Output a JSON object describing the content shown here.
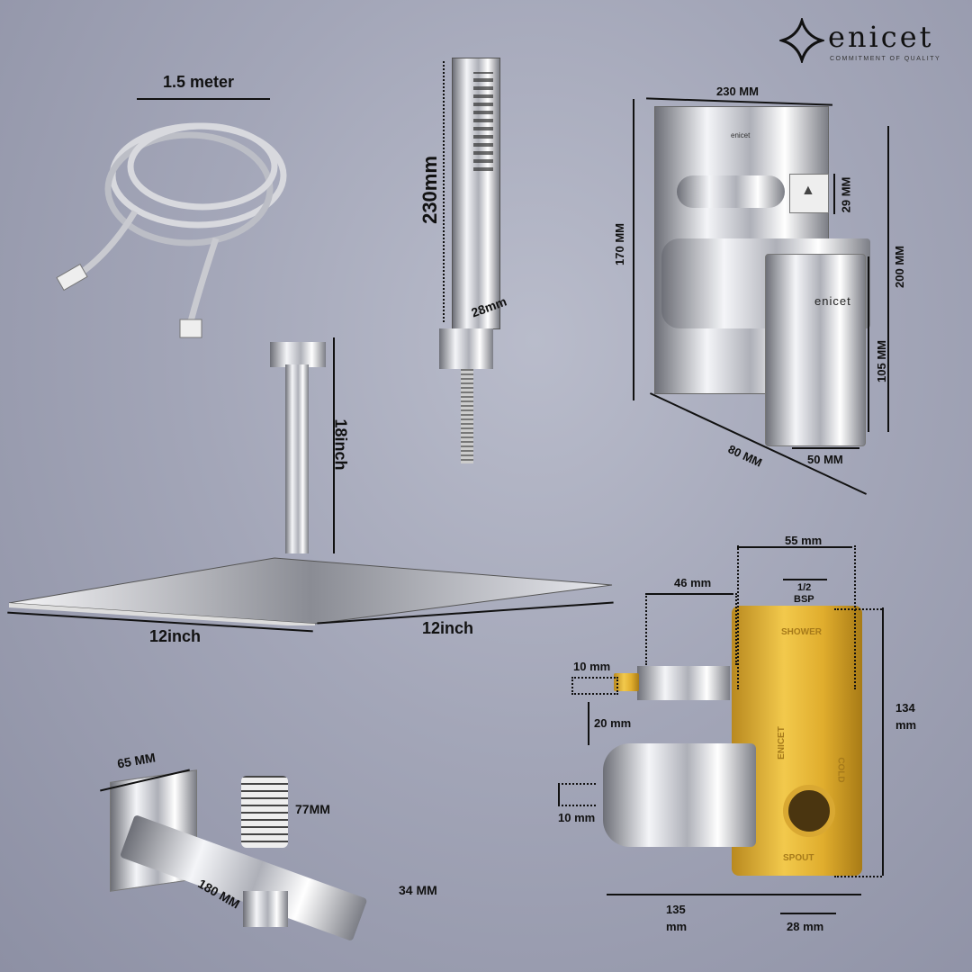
{
  "brand": {
    "name": "enicet",
    "tagline": "COMMITMENT OF QUALITY"
  },
  "hose": {
    "length_label": "1.5 meter"
  },
  "hand_shower": {
    "height_label": "230mm",
    "width_label": "28mm"
  },
  "diverter": {
    "brand_small": "enicet",
    "brand_handle": "enicet",
    "width_label": "230 MM",
    "knob_label": "29 MM",
    "plate_height_label": "170 MM",
    "total_height_label": "200 MM",
    "handle_height_label": "105 MM",
    "depth_label": "80 MM",
    "handle_width_label": "50 MM"
  },
  "overhead_shower": {
    "arm_label": "18inch",
    "width_label": "12inch",
    "depth_label": "12inch"
  },
  "spout": {
    "flange_label": "65 MM",
    "knob_label": "77MM",
    "length_label": "180 MM",
    "height_label": "34 MM"
  },
  "valve_body": {
    "width_label": "55 mm",
    "spindle_label": "46 mm",
    "thread_label_1": "1/2",
    "thread_label_2": "BSP",
    "spindle_dia_label": "10 mm",
    "gap_label": "20 mm",
    "cartridge_dia_label": "10 mm",
    "height_label_1": "134",
    "height_label_2": "mm",
    "length_label_1": "135",
    "length_label_2": "mm",
    "outlet_label": "28 mm",
    "stamps": [
      "SHOWER",
      "ENICET",
      "COLD",
      "SPOUT"
    ]
  }
}
